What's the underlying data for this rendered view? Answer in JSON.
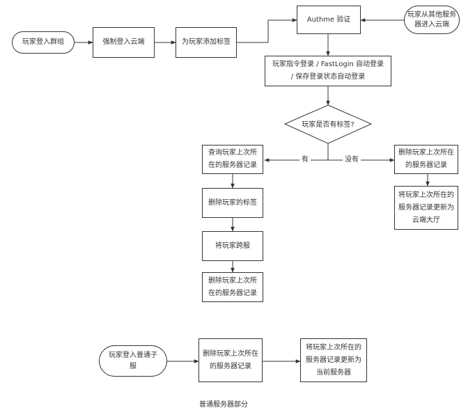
{
  "nodes": {
    "start_group": "玩家登入群组",
    "force_cloud": "强制登入云端",
    "add_tag": "为玩家添加标签",
    "authme": "Authme 验证",
    "from_other": "玩家从其他服务器进入云端",
    "login_cmd": "玩家指令登录 / FastLogin 自动登录 / 保存登录状态自动登录",
    "decision": "玩家是否有标签?",
    "query_last": "查询玩家上次所在的服务器记录",
    "delete_tag": "删除玩家的标签",
    "cross_server": "将玩家跨服",
    "delete_record_left": "删除玩家上次所在的服务器记录",
    "delete_record_right": "删除玩家上次所在的服务器记录",
    "update_lobby": "将玩家上次所在的服务器记录更新为云端大厅",
    "normal_login": "玩家登入普通子服",
    "normal_delete": "删除玩家上次所在的服务器记录",
    "normal_update": "将玩家上次所在的服务器记录更新为当前服务器"
  },
  "edges": {
    "yes": "有",
    "no": "没有"
  },
  "caption": "普通服务器部分"
}
